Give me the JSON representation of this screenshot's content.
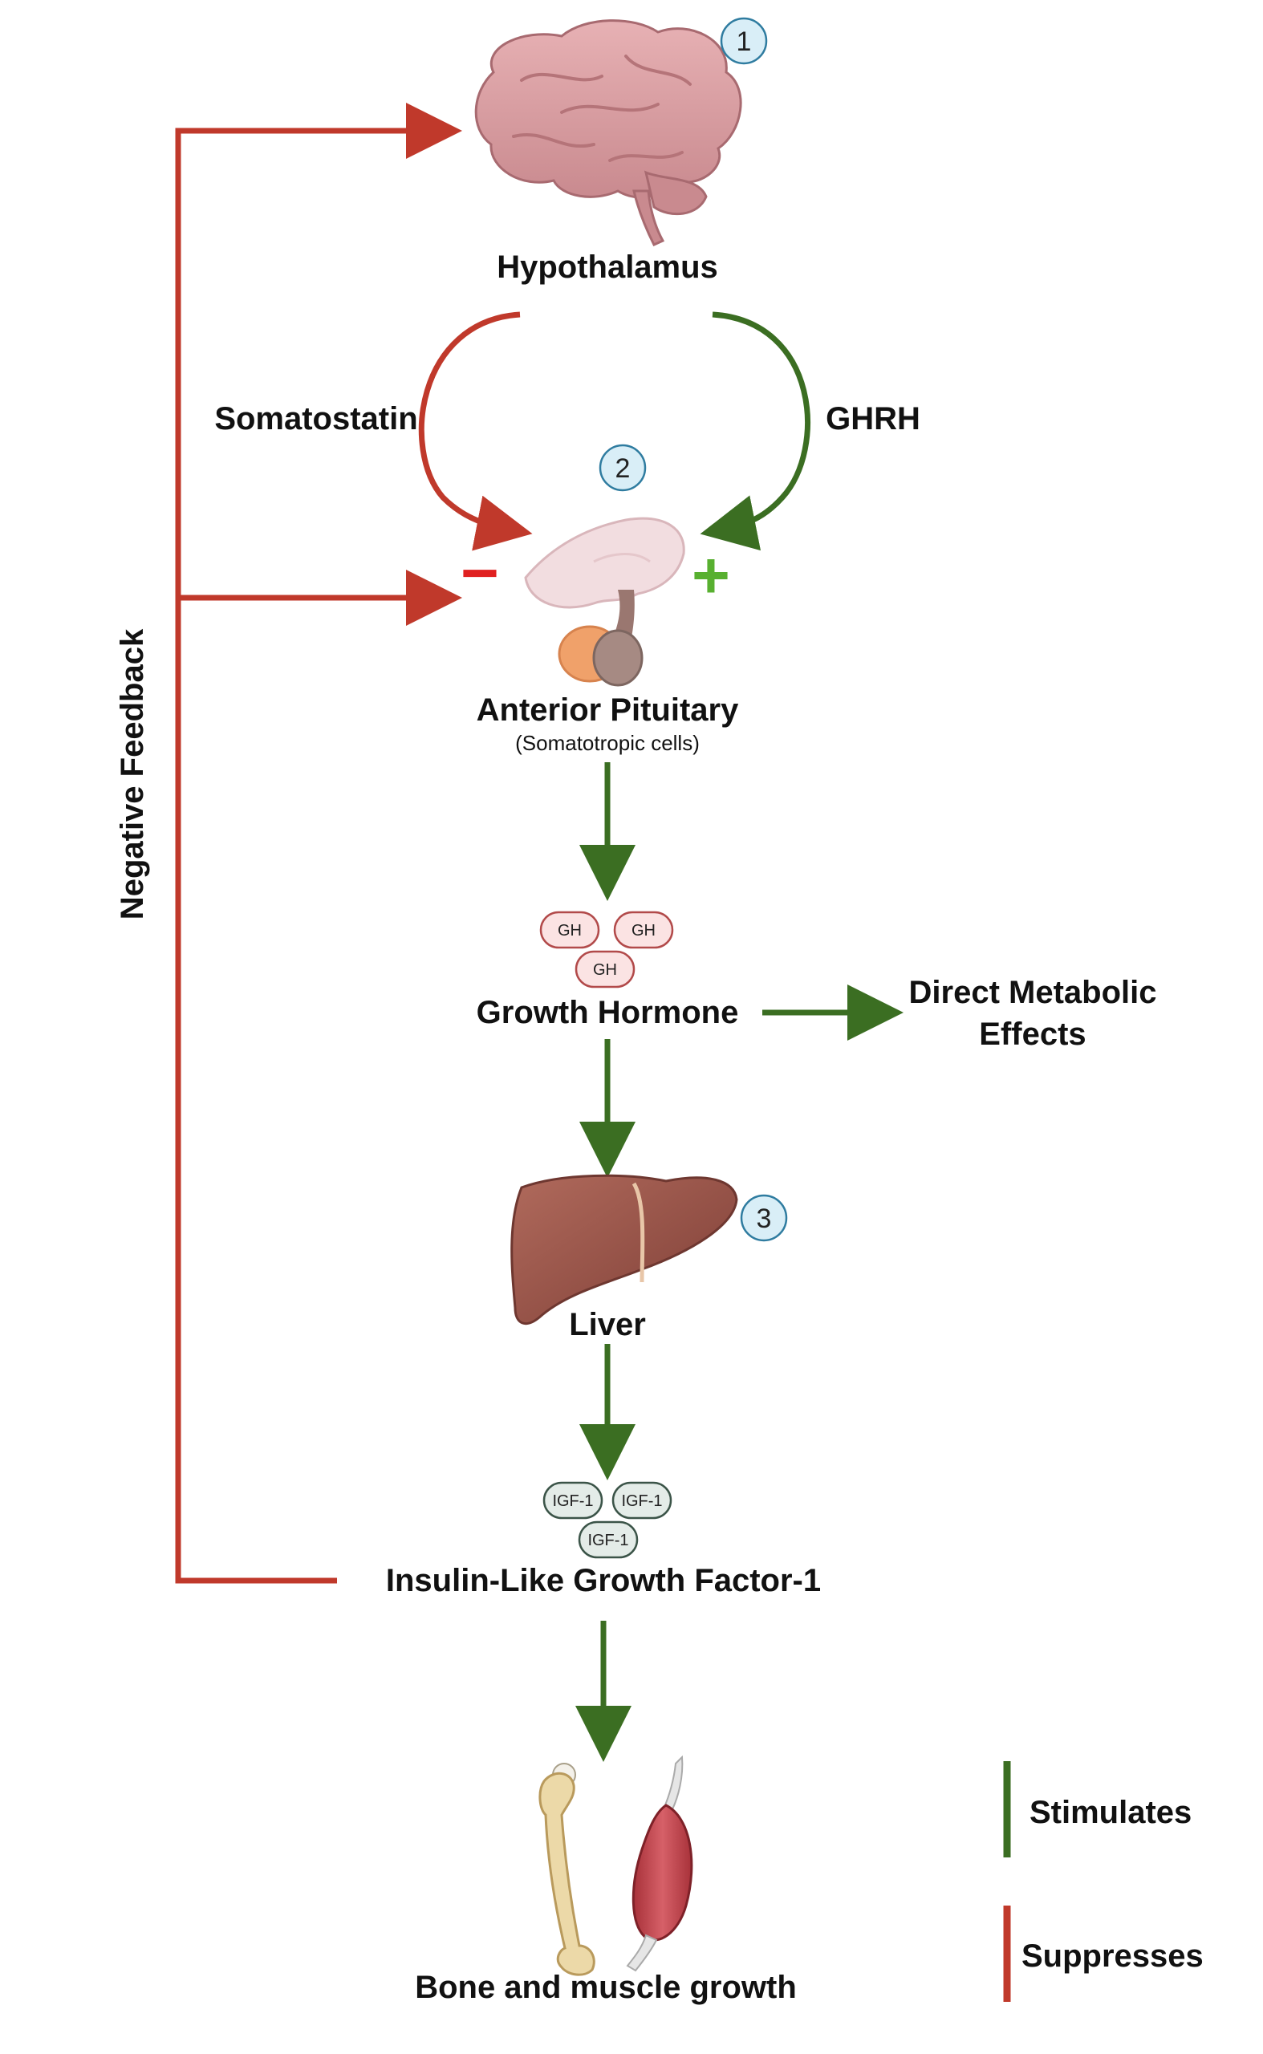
{
  "colors": {
    "stimulate": "#3b6e22",
    "suppress": "#c0392b",
    "plus_sign": "#58b030",
    "minus_sign": "#e02020",
    "step_badge_fill": "#d9eef7",
    "step_badge_stroke": "#2f7ca0",
    "gh_pill_fill": "#fbe3e3",
    "gh_pill_stroke": "#b24a4a",
    "igf_pill_fill": "#e4ece8",
    "igf_pill_stroke": "#3b5448"
  },
  "icons": {
    "brain": "brain-icon",
    "pituitary": "pituitary-icon",
    "liver": "liver-icon",
    "bone": "bone-icon",
    "muscle": "muscle-icon"
  },
  "steps": [
    "1",
    "2",
    "3"
  ],
  "labels": {
    "hypothalamus": "Hypothalamus",
    "somatostatin": "Somatostatin",
    "ghrh": "GHRH",
    "anterior_pituitary": "Anterior Pituitary",
    "somatotropic_cells": "(Somatotropic cells)",
    "growth_hormone": "Growth Hormone",
    "direct_metabolic_line1": "Direct Metabolic",
    "direct_metabolic_line2": "Effects",
    "liver": "Liver",
    "igf1_full": "Insulin-Like Growth Factor-1",
    "bone_muscle": "Bone and muscle growth",
    "negative_feedback": "Negative Feedback"
  },
  "signs": {
    "minus": "−",
    "plus": "+"
  },
  "gh_pills": [
    "GH",
    "GH",
    "GH"
  ],
  "igf_pills": [
    "IGF-1",
    "IGF-1",
    "IGF-1"
  ],
  "legend": {
    "stimulates": "Stimulates",
    "suppresses": "Suppresses"
  }
}
